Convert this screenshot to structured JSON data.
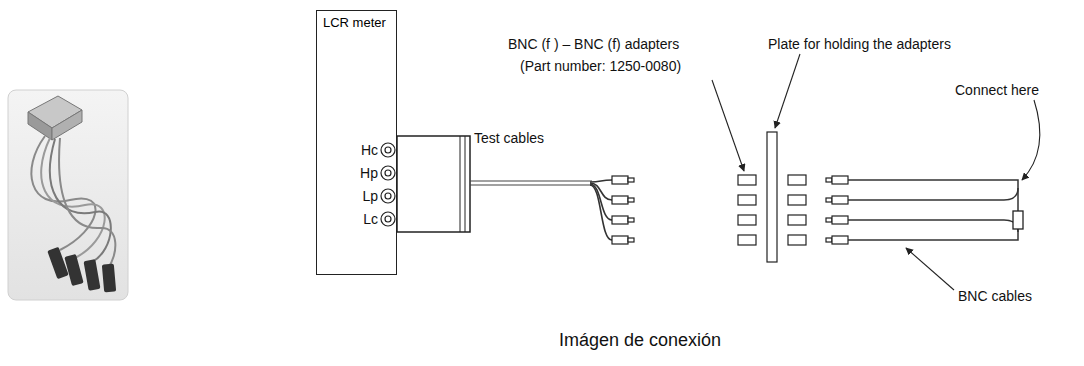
{
  "diagram": {
    "caption": "Imágen de conexión",
    "nodes": [
      {
        "text": [
          "LCR meter"
        ]
      }
    ],
    "labels": [
      "Hc",
      "Hp",
      "Lp",
      "Lc",
      "Test cables",
      "BNC (f ) – BNC (f) adapters",
      "(Part number: 1250-0080)",
      "Plate for holding the adapters",
      "Connect here",
      "BNC cables"
    ]
  }
}
